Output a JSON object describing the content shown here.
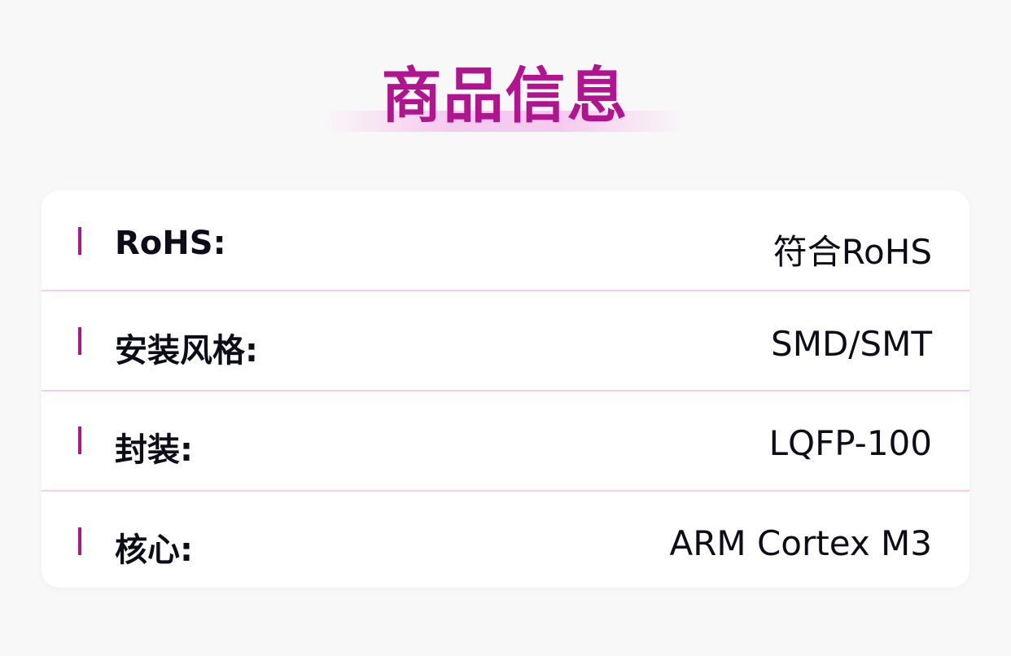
{
  "header": {
    "title": "商品信息"
  },
  "specs": [
    {
      "label": "RoHS:",
      "value": "符合RoHS"
    },
    {
      "label": "安装风格:",
      "value": "SMD/SMT"
    },
    {
      "label": "封装:",
      "value": "LQFP-100"
    },
    {
      "label": "核心:",
      "value": "ARM Cortex M3"
    }
  ],
  "colors": {
    "accent": "#b0148f",
    "highlight": "#f6c9ef",
    "divider": "#f3cdec",
    "text": "#0d0d1a",
    "background": "#f8f8f8",
    "card": "#ffffff"
  }
}
